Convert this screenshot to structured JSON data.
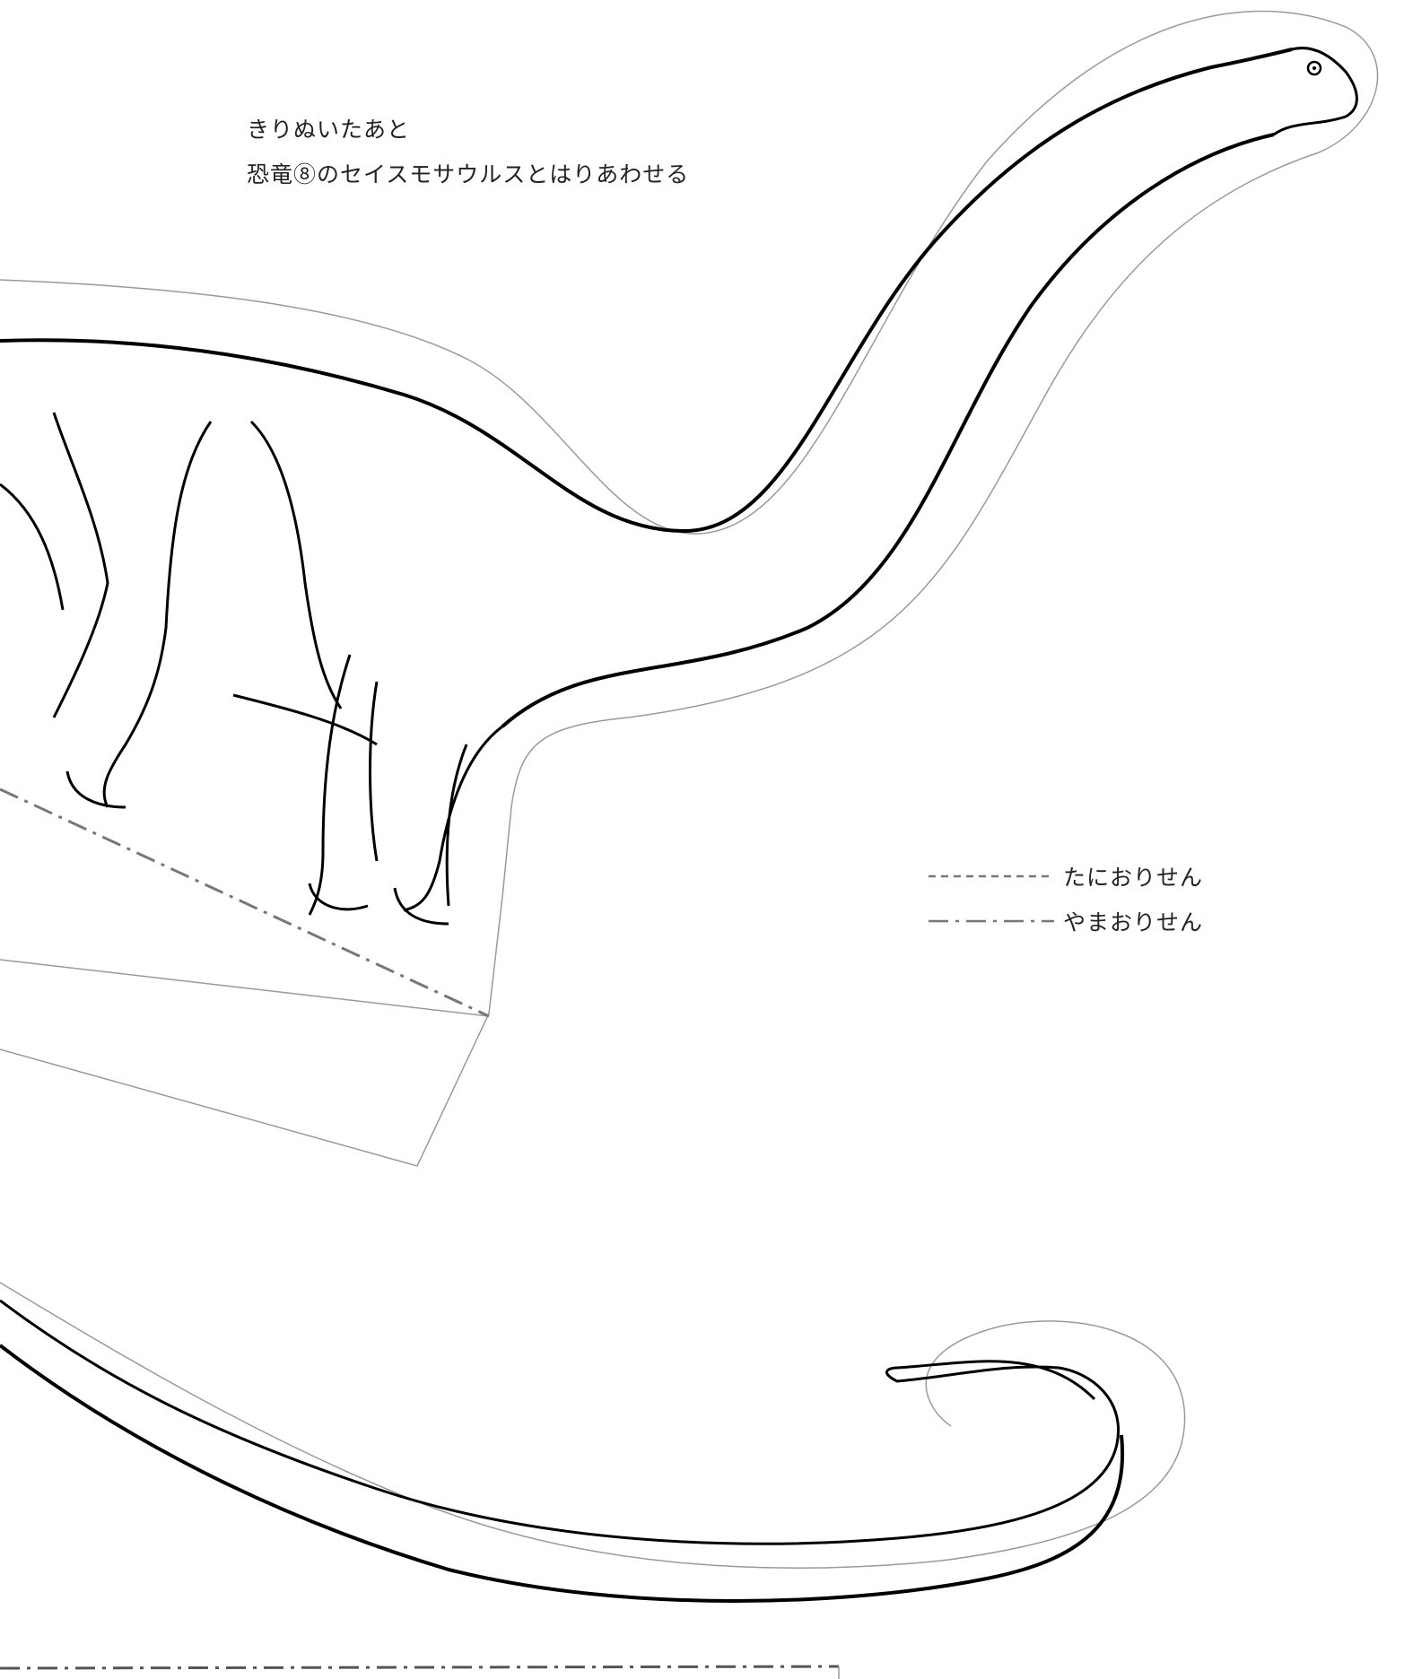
{
  "instructions": {
    "line1": "きりぬいたあと",
    "line2": "恐竜⑧のセイスモサウルスとはりあわせる"
  },
  "legend": {
    "valley_fold": "たにおりせん",
    "mountain_fold": "やまおりせん"
  },
  "colors": {
    "outline": "#000000",
    "cut_line": "#9a9a9a",
    "fold_line": "#777777",
    "background": "#ffffff"
  }
}
